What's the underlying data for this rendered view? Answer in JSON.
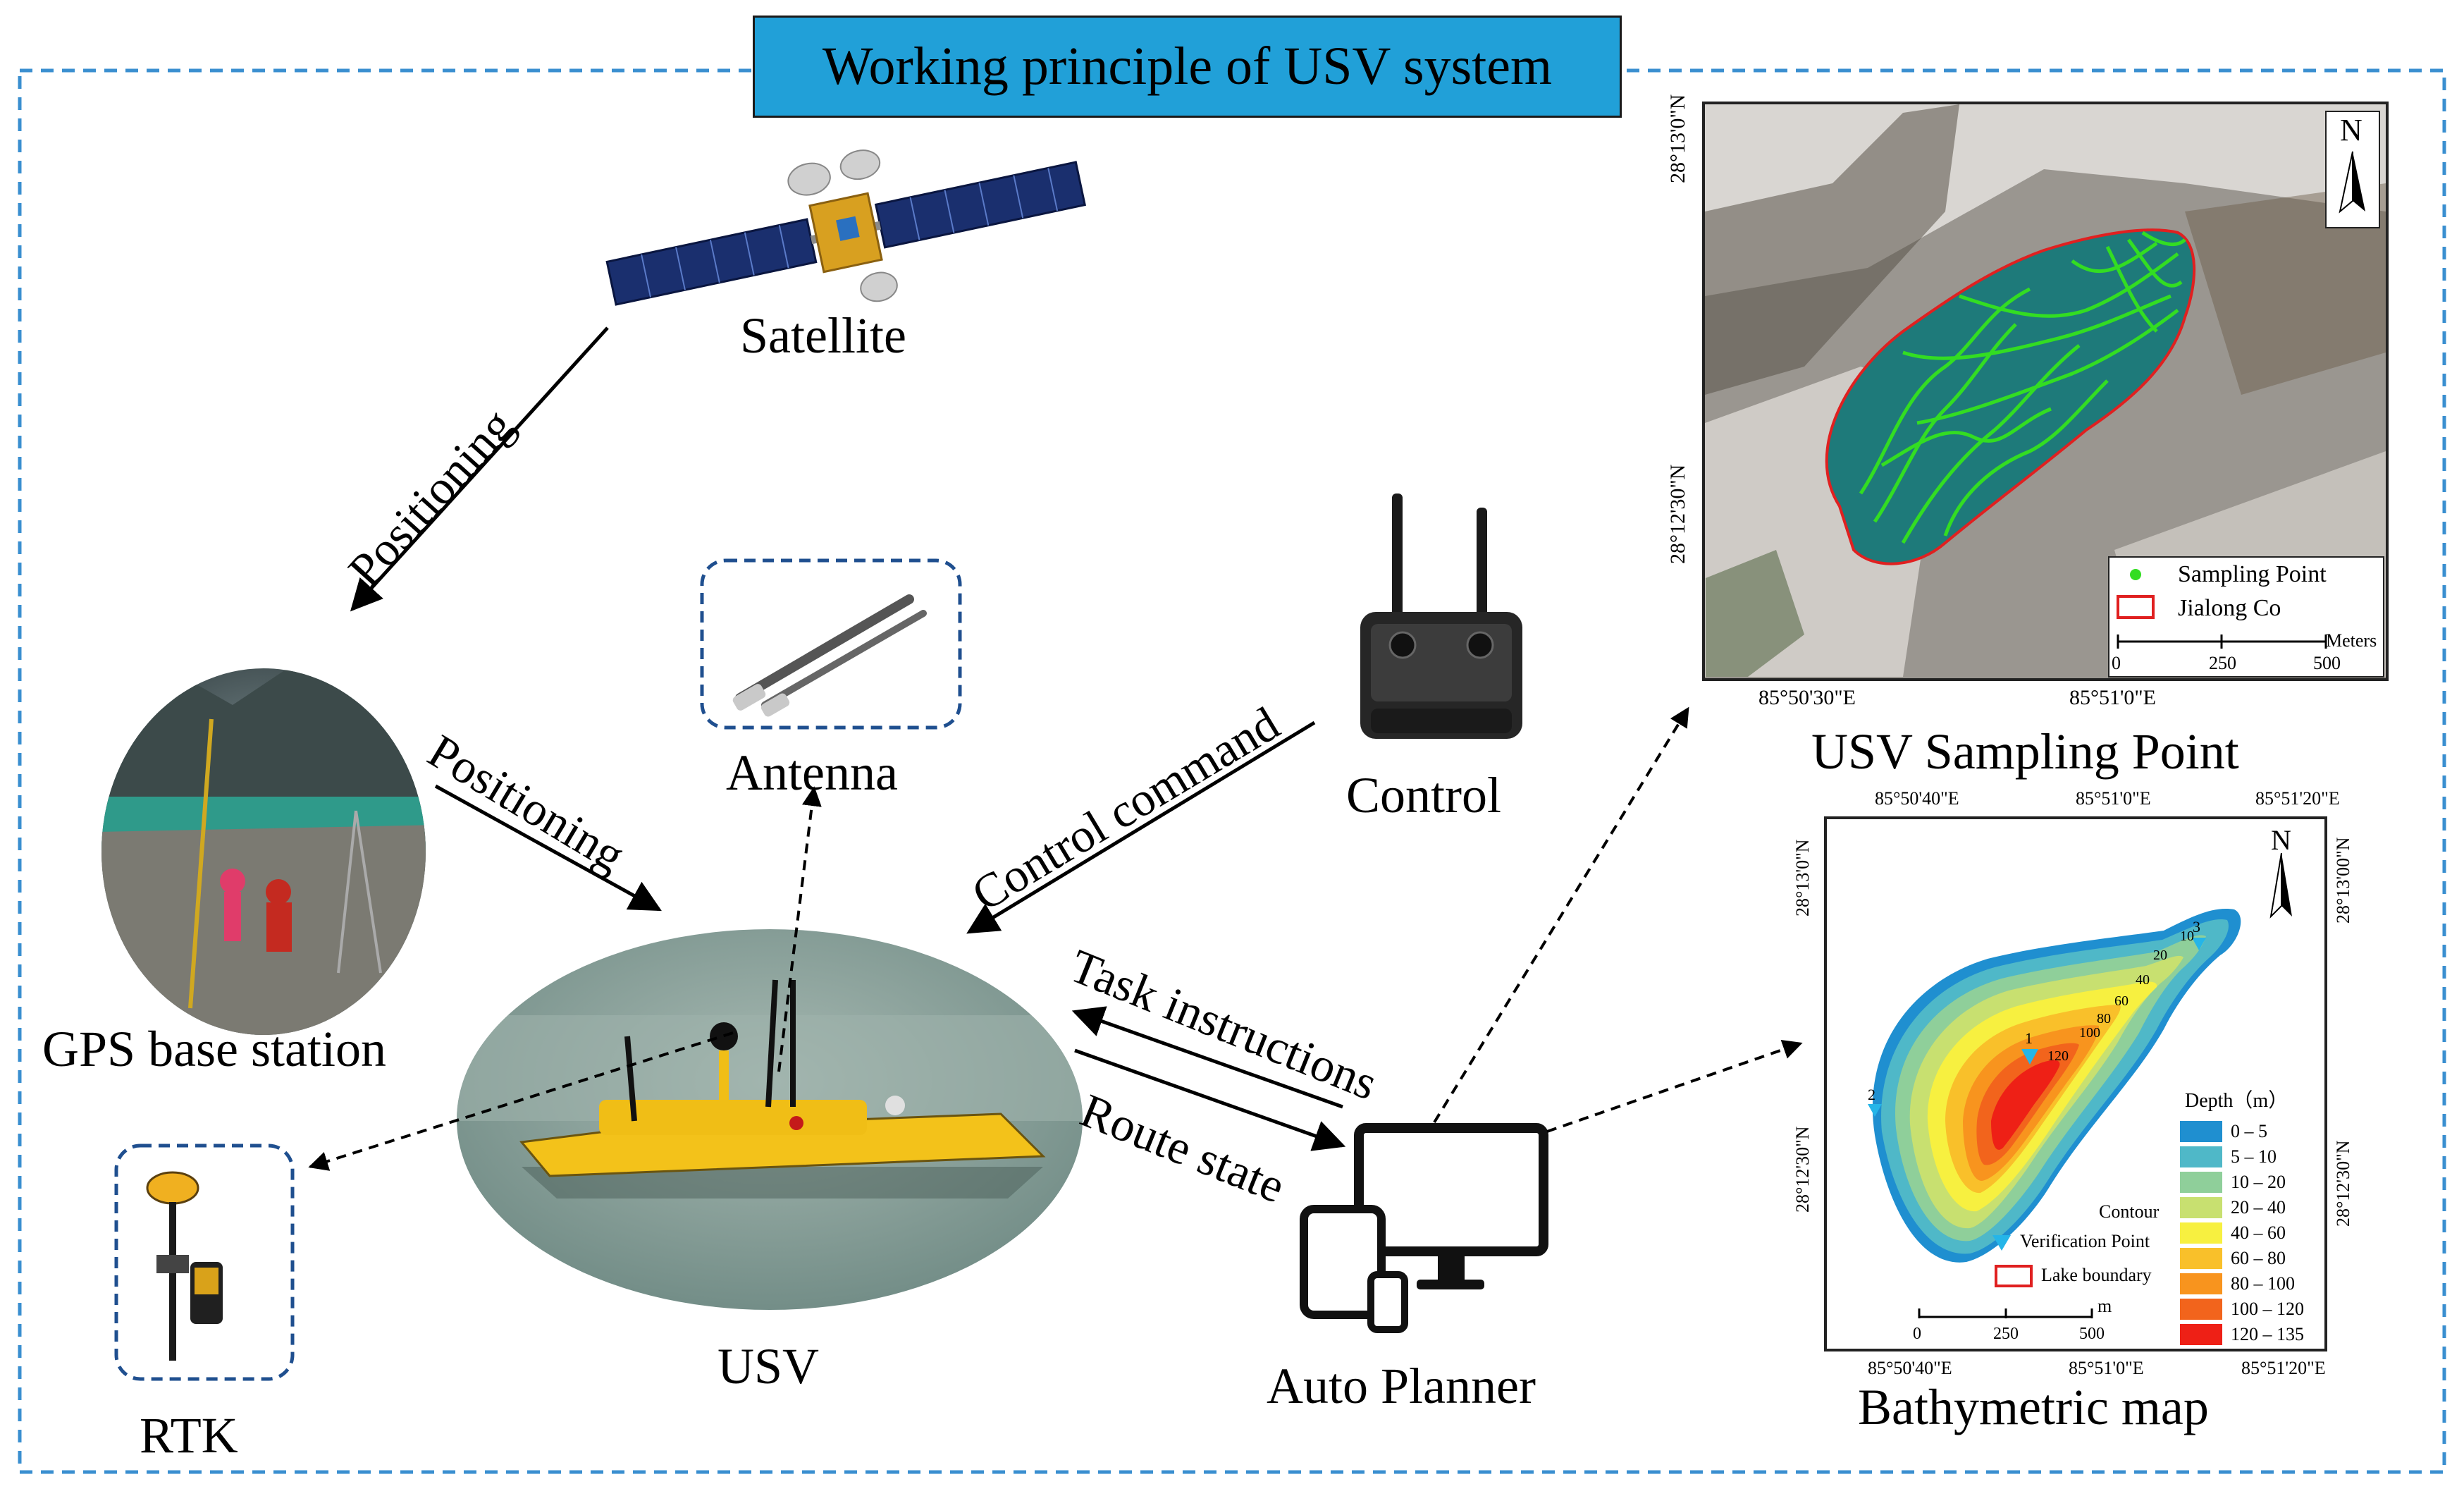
{
  "title": "Working principle of USV system",
  "nodes": {
    "satellite": "Satellite",
    "gps_base_station": "GPS base station",
    "antenna": "Antenna",
    "control": "Control",
    "usv": "USV",
    "rtk": "RTK",
    "auto_planner": "Auto Planner"
  },
  "edges": {
    "positioning_1": "Positioning",
    "positioning_2": "Positioning",
    "control_command": "Control command",
    "task_instructions": "Task instructions",
    "route_state": "Route state"
  },
  "sampling_map": {
    "caption": "USV  Sampling Point",
    "north": "N",
    "lat_top": "28°13'0\"N",
    "lat_mid": "28°12'30\"N",
    "lon_left": "85°50'30\"E",
    "lon_right": "85°51'0\"E",
    "legend": [
      "Sampling Point",
      "Jialong Co"
    ],
    "scale_unit": "Meters",
    "scale_ticks": [
      "0",
      "250",
      "500"
    ],
    "colors": {
      "sampling_point": "#33dd22",
      "lake_boundary": "#e02020",
      "water": "#1e7a7a"
    }
  },
  "bathymetric_map": {
    "caption": "Bathymetric  map",
    "north": "N",
    "lon_top": [
      "85°50'40\"E",
      "85°51'0\"E",
      "85°51'20\"E"
    ],
    "lon_bottom": [
      "85°50'40\"E",
      "85°51'0\"E",
      "85°51'20\"E"
    ],
    "lat_left": [
      "28°13'0\"N",
      "28°12'30\"N"
    ],
    "lat_right": [
      "28°13'00\"N",
      "28°12'30\"N"
    ],
    "legend_title": "Depth（m）",
    "depth_classes": [
      {
        "label": "0 – 5",
        "color": "#1f8fd0"
      },
      {
        "label": "5 – 10",
        "color": "#4fb8c8"
      },
      {
        "label": "10 – 20",
        "color": "#8fcf9a"
      },
      {
        "label": "20 – 40",
        "color": "#c8e070"
      },
      {
        "label": "40 – 60",
        "color": "#f7f040"
      },
      {
        "label": "60 – 80",
        "color": "#f9c02a"
      },
      {
        "label": "80 – 100",
        "color": "#f8941e"
      },
      {
        "label": "100 – 120",
        "color": "#f2641c"
      },
      {
        "label": "120 – 135",
        "color": "#ee2016"
      }
    ],
    "contour_label": "Contour",
    "verification_label": "Verification Point",
    "boundary_label": "Lake boundary",
    "contour_values": [
      "10",
      "20",
      "40",
      "60",
      "80",
      "100",
      "120"
    ],
    "point_labels": [
      "1",
      "2",
      "3"
    ],
    "scale_unit": "m",
    "scale_ticks": [
      "0",
      "250",
      "500"
    ]
  }
}
